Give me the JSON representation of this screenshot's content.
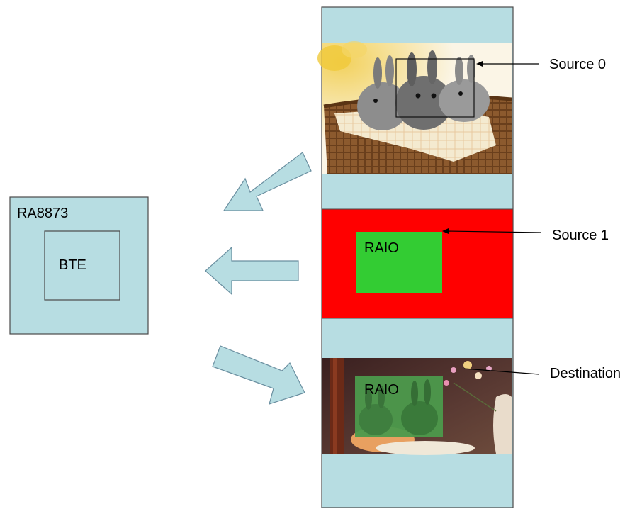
{
  "colors": {
    "light_blue": "#b7dde2",
    "red": "#ff0000",
    "green": "#33cc33",
    "outline": "#4a4a4a",
    "arrow_stroke": "#6a8fa0"
  },
  "chip": {
    "name": "RA8873",
    "module": "BTE"
  },
  "memory": {
    "source0": {
      "label": "Source 0"
    },
    "source1": {
      "label": "Source 1",
      "box_text": "RAIO"
    },
    "destination": {
      "label": "Destination",
      "overlay_text": "RAIO"
    }
  }
}
